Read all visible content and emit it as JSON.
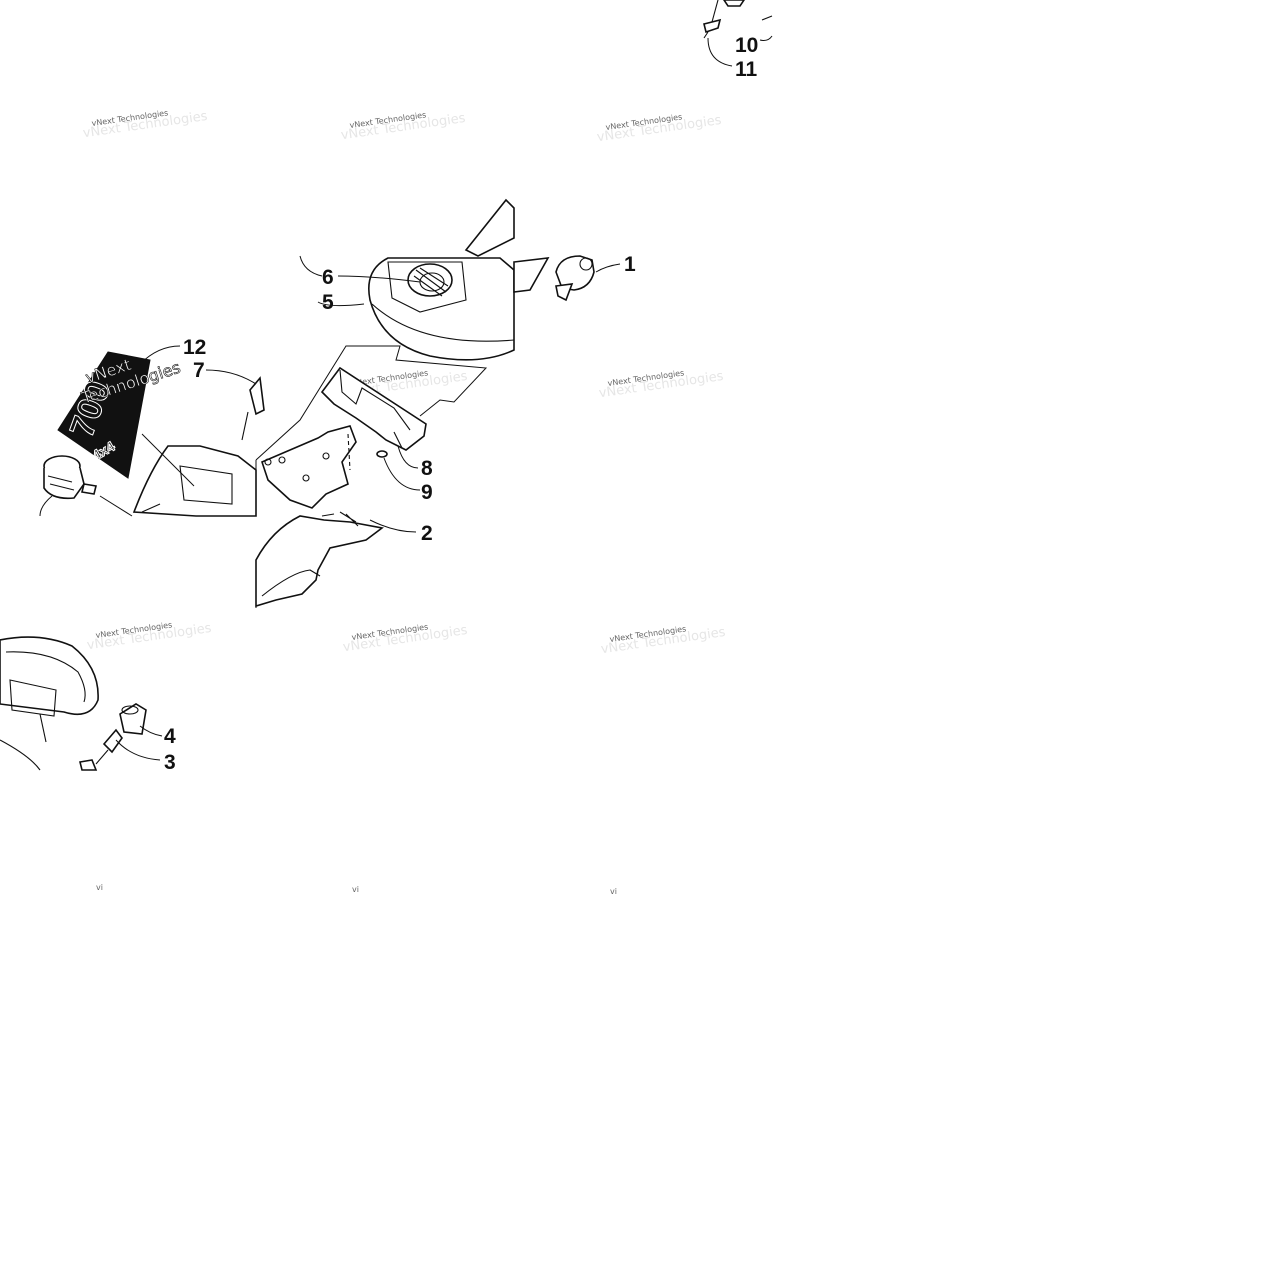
{
  "callouts": [
    {
      "id": "1",
      "label": "1"
    },
    {
      "id": "2",
      "label": "2"
    },
    {
      "id": "3",
      "label": "3"
    },
    {
      "id": "4",
      "label": "4"
    },
    {
      "id": "5",
      "label": "5"
    },
    {
      "id": "6",
      "label": "6"
    },
    {
      "id": "7",
      "label": "7"
    },
    {
      "id": "8",
      "label": "8"
    },
    {
      "id": "9",
      "label": "9"
    },
    {
      "id": "10",
      "label": "10"
    },
    {
      "id": "11",
      "label": "11"
    },
    {
      "id": "12",
      "label": "12"
    }
  ],
  "watermark": {
    "text": "vNext Technologies",
    "fragment": "vi",
    "large_line1": "vNext",
    "large_line2": "Technologies"
  },
  "decal": {
    "model": "700",
    "drive": "4x4"
  },
  "colors": {
    "line": "#111111",
    "background": "#ffffff",
    "decal_fill": "#111111",
    "watermark": "#666666"
  }
}
